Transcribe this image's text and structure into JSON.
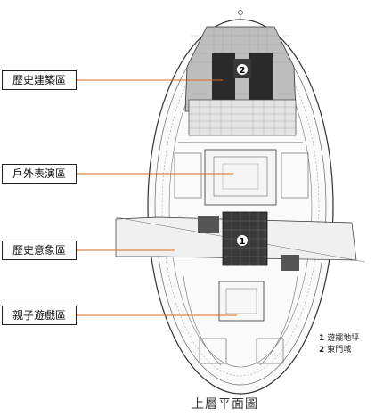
{
  "zones": [
    {
      "id": "historic-architecture",
      "label": "歷史建築區"
    },
    {
      "id": "outdoor-performance",
      "label": "戶外表演區"
    },
    {
      "id": "historic-imagery",
      "label": "歷史意象區"
    },
    {
      "id": "parent-child-play",
      "label": "親子遊戲區"
    }
  ],
  "plan_markers": [
    "1",
    "2"
  ],
  "legend": [
    {
      "num": "1",
      "text": "遊擺地坪"
    },
    {
      "num": "2",
      "text": "東門城"
    }
  ],
  "caption": "上層平面圖",
  "colors": {
    "leader_line": "#d4691e",
    "line": "#333333"
  }
}
